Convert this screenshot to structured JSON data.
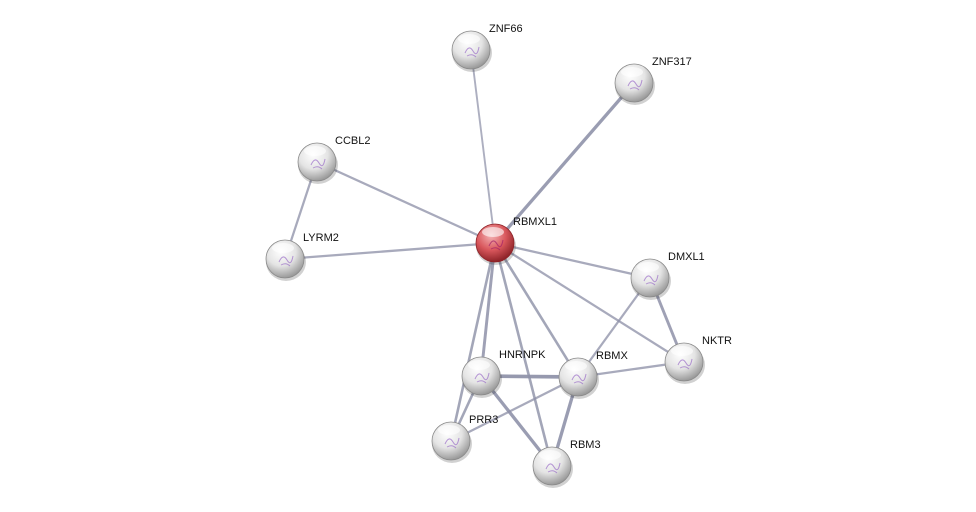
{
  "title": "Protein interaction network",
  "nodes": [
    {
      "id": "RBMXL1",
      "label": "RBMXL1",
      "query": true,
      "color": "#d9575c"
    },
    {
      "id": "ZNF66",
      "label": "ZNF66",
      "color": "#e6e6e6"
    },
    {
      "id": "ZNF317",
      "label": "ZNF317",
      "color": "#e6e6e6"
    },
    {
      "id": "CCBL2",
      "label": "CCBL2",
      "color": "#e6e6e6"
    },
    {
      "id": "LYRM2",
      "label": "LYRM2",
      "color": "#e6e6e6"
    },
    {
      "id": "DMXL1",
      "label": "DMXL1",
      "color": "#e6e6e6"
    },
    {
      "id": "NKTR",
      "label": "NKTR",
      "color": "#e6e6e6"
    },
    {
      "id": "HNRNPK",
      "label": "HNRNPK",
      "color": "#e6e6e6"
    },
    {
      "id": "RBMX",
      "label": "RBMX",
      "color": "#e6e6e6"
    },
    {
      "id": "PRR3",
      "label": "PRR3",
      "color": "#e6e6e6"
    },
    {
      "id": "RBM3",
      "label": "RBM3",
      "color": "#e6e6e6"
    }
  ],
  "edges": [
    {
      "source": "RBMXL1",
      "target": "ZNF66",
      "strength": 1
    },
    {
      "source": "RBMXL1",
      "target": "ZNF317",
      "strength": 3
    },
    {
      "source": "RBMXL1",
      "target": "CCBL2",
      "strength": 1.5
    },
    {
      "source": "RBMXL1",
      "target": "LYRM2",
      "strength": 1.5
    },
    {
      "source": "CCBL2",
      "target": "LYRM2",
      "strength": 1.5
    },
    {
      "source": "RBMXL1",
      "target": "DMXL1",
      "strength": 1.5
    },
    {
      "source": "RBMXL1",
      "target": "NKTR",
      "strength": 1.5
    },
    {
      "source": "RBMXL1",
      "target": "HNRNPK",
      "strength": 2.5
    },
    {
      "source": "RBMXL1",
      "target": "RBMX",
      "strength": 2
    },
    {
      "source": "RBMXL1",
      "target": "PRR3",
      "strength": 2
    },
    {
      "source": "RBMXL1",
      "target": "RBM3",
      "strength": 2
    },
    {
      "source": "DMXL1",
      "target": "NKTR",
      "strength": 2.5
    },
    {
      "source": "DMXL1",
      "target": "RBMX",
      "strength": 1.5
    },
    {
      "source": "NKTR",
      "target": "RBMX",
      "strength": 1.5
    },
    {
      "source": "HNRNPK",
      "target": "RBMX",
      "strength": 3.5
    },
    {
      "source": "HNRNPK",
      "target": "PRR3",
      "strength": 2
    },
    {
      "source": "HNRNPK",
      "target": "RBM3",
      "strength": 3
    },
    {
      "source": "RBMX",
      "target": "RBM3",
      "strength": 3
    },
    {
      "source": "RBMX",
      "target": "PRR3",
      "strength": 1.5
    }
  ],
  "edge_color": "#8e91a8"
}
